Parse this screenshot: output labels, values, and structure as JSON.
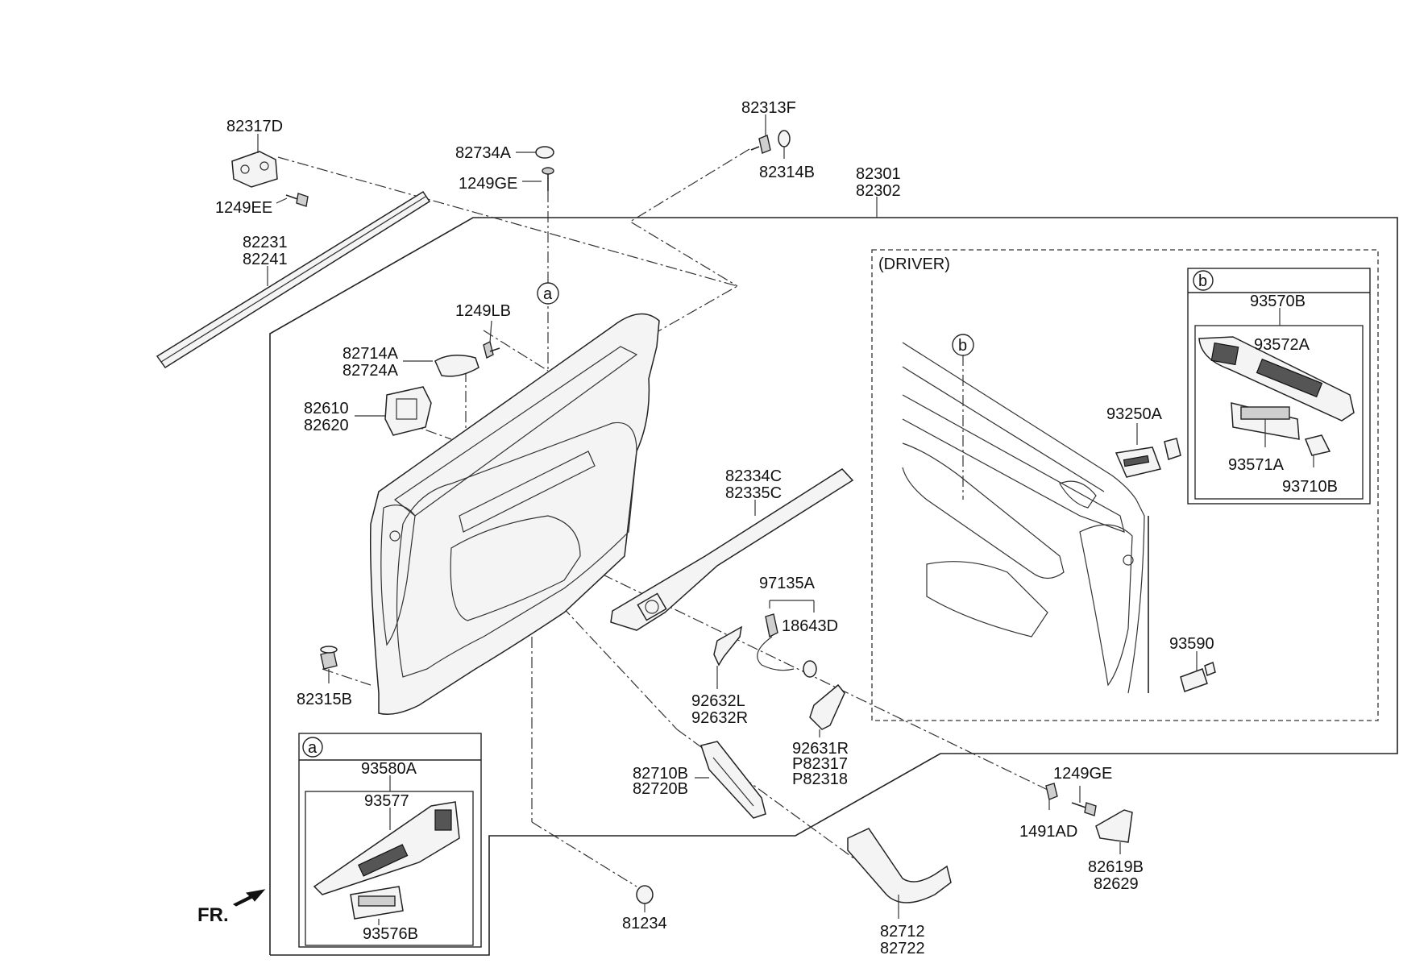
{
  "callouts": {
    "c82317D": "82317D",
    "c1249EE": "1249EE",
    "c82231": "82231",
    "c82241": "82241",
    "c82734A": "82734A",
    "c1249GE_top": "1249GE",
    "c82313F": "82313F",
    "c82314B": "82314B",
    "c82301": "82301",
    "c82302": "82302",
    "c1249LB": "1249LB",
    "c82714A": "82714A",
    "c82724A": "82724A",
    "c82610": "82610",
    "c82620": "82620",
    "c82334C": "82334C",
    "c82335C": "82335C",
    "c97135A": "97135A",
    "c18643D": "18643D",
    "c82315B": "82315B",
    "c92632L": "92632L",
    "c92632R": "92632R",
    "c92631R": "92631R",
    "cP82317": "P82317",
    "cP82318": "P82318",
    "c82710B": "82710B",
    "c82720B": "82720B",
    "c1249GE_bottom": "1249GE",
    "c1491AD": "1491AD",
    "c82619B": "82619B",
    "c82629": "82629",
    "c81234": "81234",
    "c82712": "82712",
    "c82722": "82722",
    "c93250A": "93250A",
    "c93590": "93590",
    "c93570B": "93570B",
    "c93572A": "93572A",
    "c93571A": "93571A",
    "c93710B": "93710B",
    "c93580A": "93580A",
    "c93577": "93577",
    "c93576B": "93576B"
  },
  "driver_label": "(DRIVER)",
  "marker_a": "a",
  "marker_b": "b",
  "front_label": "FR."
}
